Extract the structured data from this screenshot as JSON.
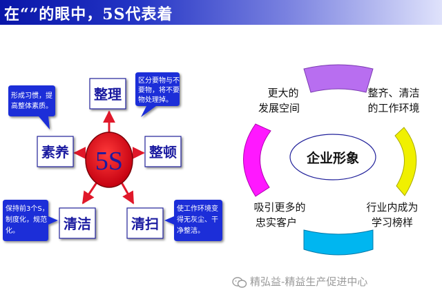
{
  "header": {
    "title": "在“”的眼中，5S代表着"
  },
  "center": {
    "label": "5S"
  },
  "boxes": [
    {
      "id": "seiri",
      "label": "整理"
    },
    {
      "id": "seiton",
      "label": "整顿"
    },
    {
      "id": "seiso",
      "label": "清扫"
    },
    {
      "id": "seiketsu",
      "label": "清洁"
    },
    {
      "id": "shitsuke",
      "label": "素养"
    }
  ],
  "callouts": {
    "seiri": [
      "区分要物与不",
      "要物，将不要",
      "物处理掉。"
    ],
    "shitsuke": [
      "形成习惯，提",
      "高整体素质。"
    ],
    "seiketsu": [
      "保持前3个S，",
      "制度化，规范",
      "化。"
    ],
    "seiso": [
      "使工作环境变",
      "得无灰尘、干",
      "净整洁。"
    ]
  },
  "ring": {
    "center_label": "企业形象",
    "top_left": [
      "更大的",
      "发展空间"
    ],
    "top_right": [
      "整齐、清洁",
      "的工作环境"
    ],
    "bottom_left": [
      "吸引更多的",
      "忠实客户"
    ],
    "bottom_right": [
      "行业内成为",
      "学习榜样"
    ]
  },
  "watermark": {
    "text": "精弘益-精益生产促进中心"
  },
  "colors": {
    "title_bar": "#0a16a8",
    "callout_bg": "#1a2fd8",
    "center_oval": "#e0182a",
    "arrow": "#e0182a",
    "box_text": "#1a1aa0",
    "seg_purple": "#b86ef0",
    "seg_yellow": "#f0f000",
    "seg_cyan": "#00b6f0",
    "seg_magenta": "#ff18ff"
  }
}
